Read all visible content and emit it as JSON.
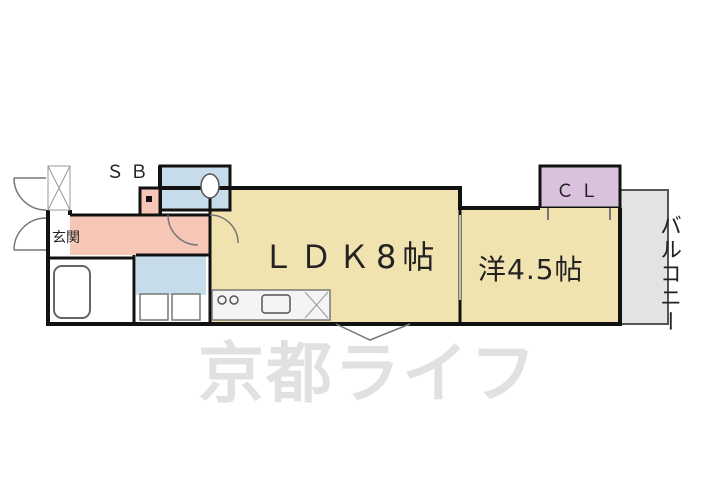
{
  "rooms": {
    "ldk": "ＬＤＫ8帖",
    "western": "洋4.5帖",
    "closet": "ＣＬ",
    "shoe_box": "ＳＢ",
    "entrance": "玄関",
    "balcony": "バルコニー"
  },
  "watermark": "京都ライフ",
  "colors": {
    "ldk_floor": "#f0e3b0",
    "western_floor": "#f0e3b0",
    "entrance_floor": "#f6c6b6",
    "wet_area": "#c7dcea",
    "closet": "#d8c2dc",
    "balcony": "#e3e3e3",
    "wall": "#111111"
  }
}
